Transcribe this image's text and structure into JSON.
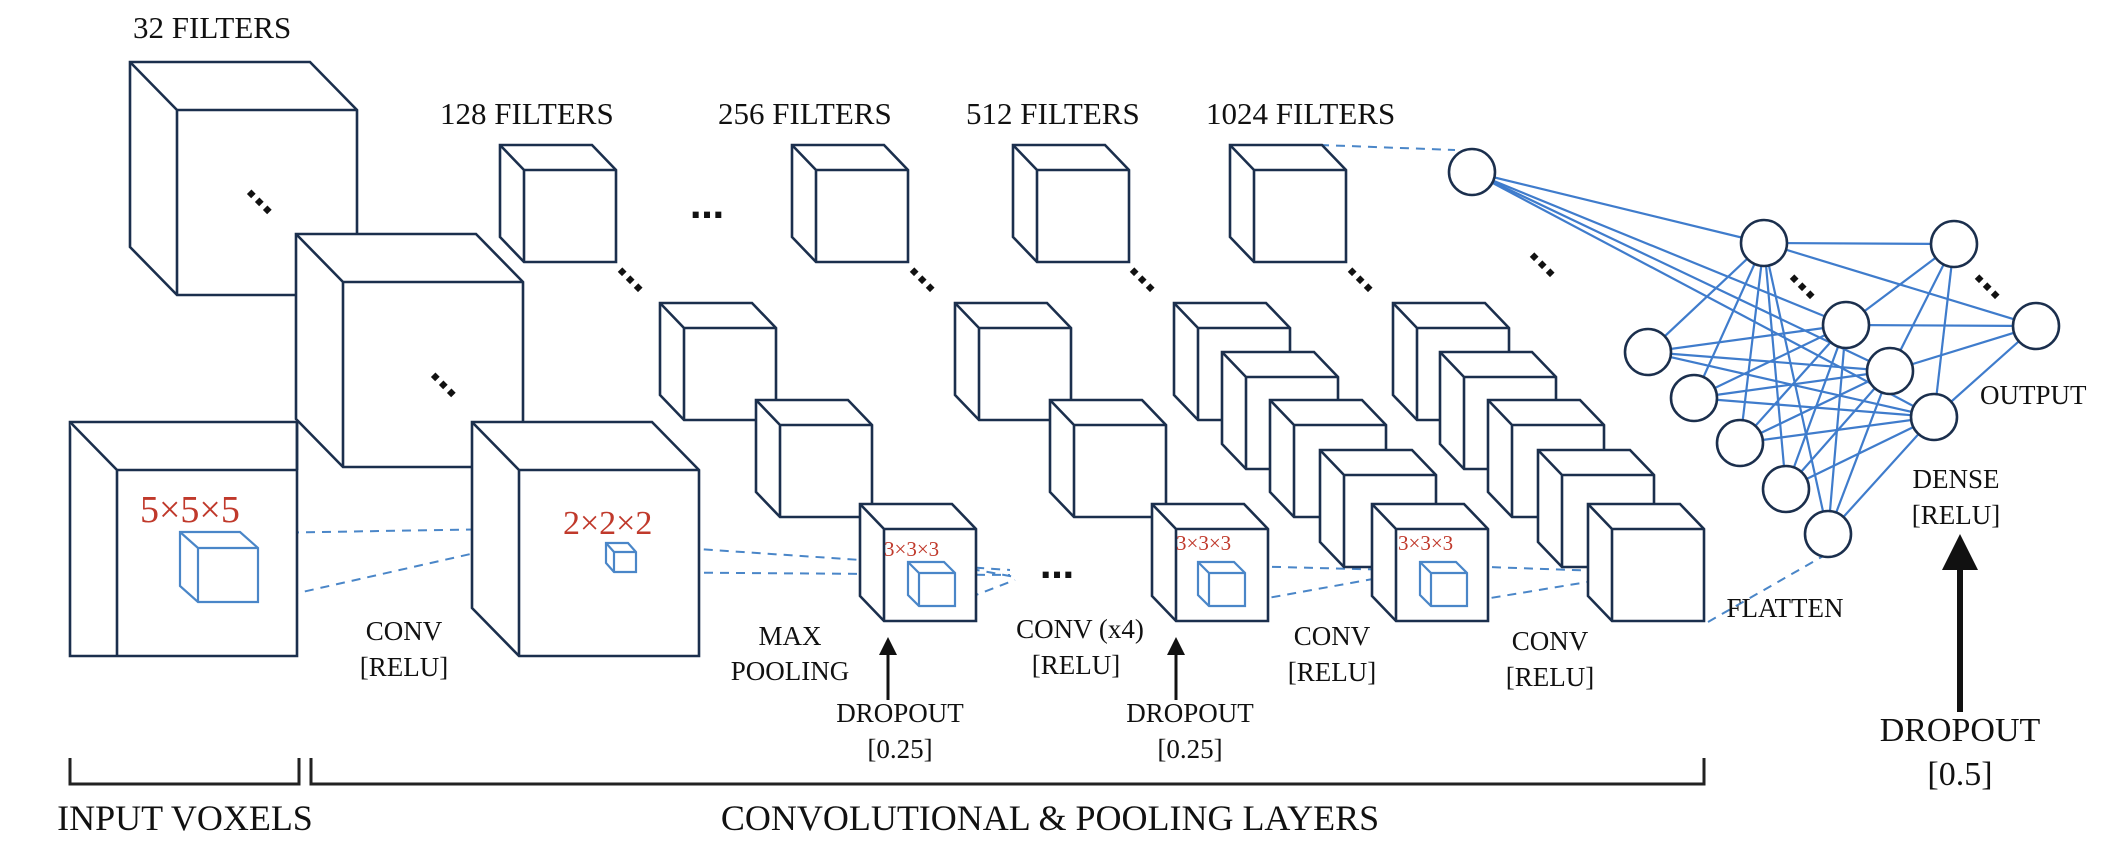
{
  "filters": {
    "f32": "32 FILTERS",
    "f128": "128 FILTERS",
    "f256": "256 FILTERS",
    "f512": "512 FILTERS",
    "f1024": "1024 FILTERS"
  },
  "kernels": {
    "k5": "5×5×5",
    "k2": "2×2×2",
    "k3a": "3×3×3",
    "k3b": "3×3×3",
    "k3c": "3×3×3"
  },
  "ops": {
    "conv1_line1": "CONV",
    "conv1_line2": "[RELU]",
    "maxpool_line1": "MAX",
    "maxpool_line2": "POOLING",
    "dropout1_line1": "DROPOUT",
    "dropout1_line2": "[0.25]",
    "conv4_line1": "CONV (x4)",
    "conv4_line2": "[RELU]",
    "dropout2_line1": "DROPOUT",
    "dropout2_line2": "[0.25]",
    "conv_b_line1": "CONV",
    "conv_b_line2": "[RELU]",
    "conv_c_line1": "CONV",
    "conv_c_line2": "[RELU]",
    "flatten": "FLATTEN",
    "dense_line1": "DENSE",
    "dense_line2": "[RELU]",
    "output": "OUTPUT",
    "dropout3_line1": "DROPOUT",
    "dropout3_line2": "[0.5]"
  },
  "sections": {
    "input": "INPUT VOXELS",
    "conv_pool": "CONVOLUTIONAL & POOLING LAYERS"
  },
  "ellipsis": "…",
  "colors": {
    "cube_stroke": "#1b2f4d",
    "kernel_text": "#c0392b",
    "connection_blue": "#4a86c8"
  }
}
